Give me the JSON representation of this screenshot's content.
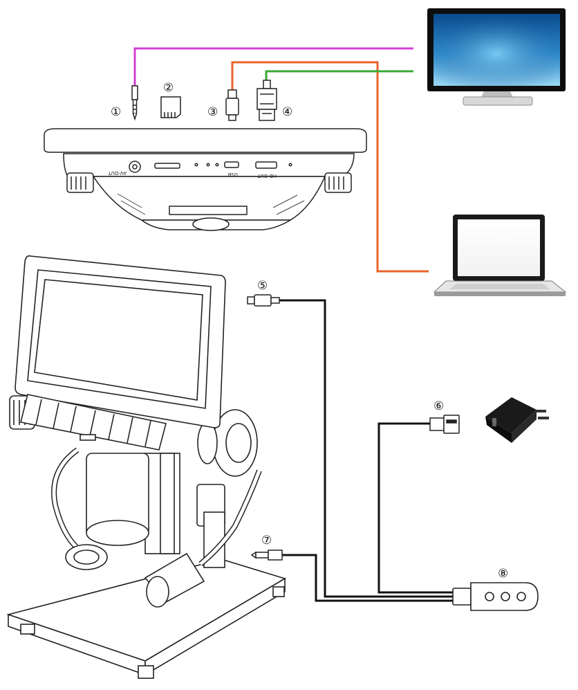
{
  "callouts": [
    "①",
    "②",
    "③",
    "④",
    "⑤",
    "⑥",
    "⑦",
    "⑧"
  ],
  "ports": {
    "av_out": "AV-OUT",
    "usb": "USB",
    "hd_out": "HD OUT"
  },
  "colors": {
    "av_cable": "#d43fd4",
    "usb_cable": "#e8642c",
    "hdmi_cable": "#3aaa3a",
    "power_cable": "#111111",
    "tv_screen_top": "#0a4a8c",
    "tv_screen_bottom": "#9ad8f5"
  },
  "icons": [
    "tv-icon",
    "laptop-icon",
    "power-adapter-icon",
    "microscope-icon",
    "led-control-box-icon"
  ]
}
